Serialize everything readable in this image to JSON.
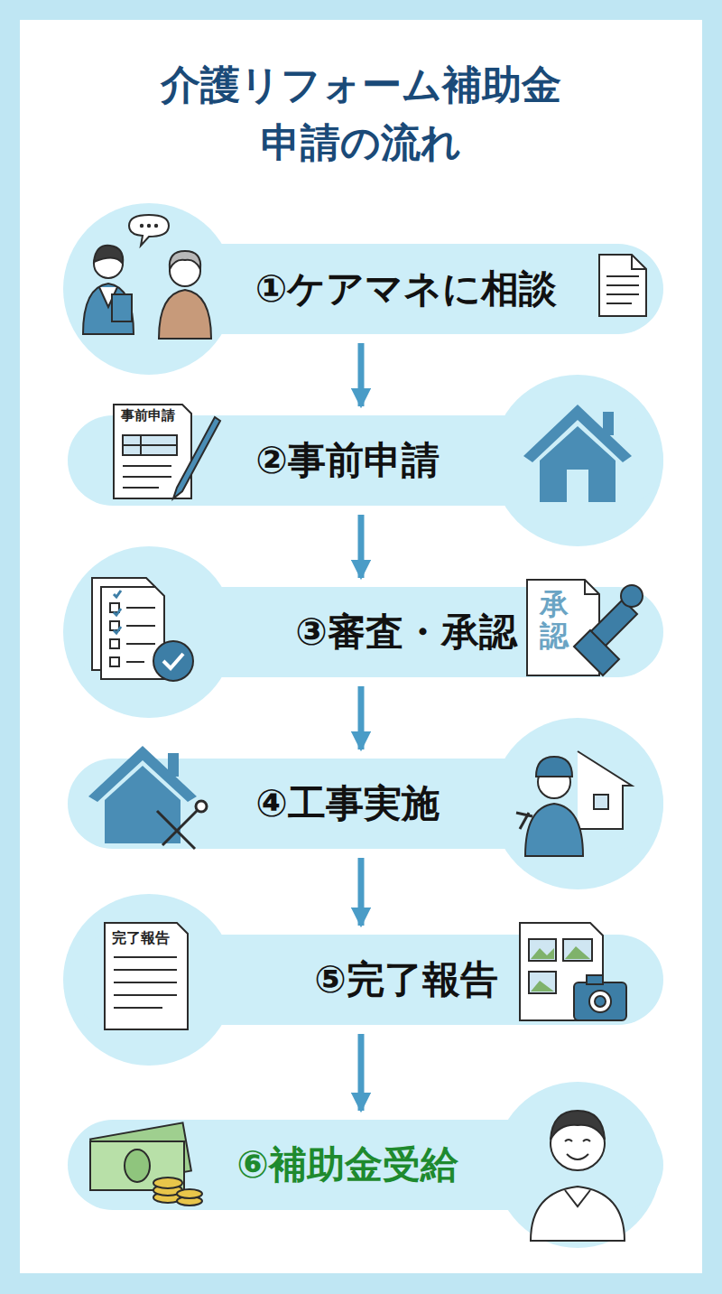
{
  "diagram": {
    "title": "介護リフォーム補助金 申請の流れ",
    "nodes": [
      {
        "text": [
          "①ケアマネに相談"
        ]
      },
      {
        "text": [
          "②事前申請"
        ]
      },
      {
        "text": [
          "③審査・承認"
        ]
      },
      {
        "text": [
          "④工事実施"
        ]
      },
      {
        "text": [
          "⑤完了報告"
        ]
      },
      {
        "text": [
          "⑥補助金受給"
        ]
      }
    ],
    "edges": [
      {
        "from": 0,
        "to": 1,
        "arrow": "to"
      },
      {
        "from": 1,
        "to": 2,
        "arrow": "to"
      },
      {
        "from": 2,
        "to": 3,
        "arrow": "to"
      },
      {
        "from": 3,
        "to": 4,
        "arrow": "to"
      },
      {
        "from": 4,
        "to": 5,
        "arrow": "to"
      }
    ],
    "labels": [
      "事前申請",
      "承認",
      "完了報告"
    ]
  }
}
